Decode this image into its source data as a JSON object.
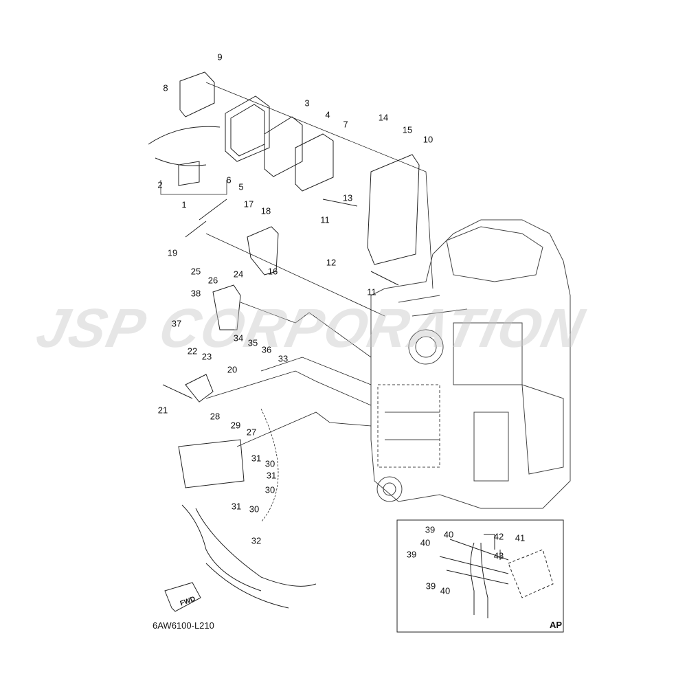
{
  "diagram_code": "6AW6100-L210",
  "watermark": "JSP CORPORATION",
  "direction_marker": "FWD",
  "inset_label": "AP",
  "callouts": [
    "9",
    "8",
    "3",
    "4",
    "7",
    "14",
    "15",
    "10",
    "6",
    "5",
    "2",
    "1",
    "13",
    "17",
    "18",
    "11",
    "19",
    "12",
    "16",
    "11",
    "25",
    "26",
    "24",
    "38",
    "37",
    "34",
    "35",
    "36",
    "33",
    "22",
    "23",
    "20",
    "21",
    "28",
    "29",
    "27",
    "31",
    "30",
    "31",
    "30",
    "31",
    "30",
    "32"
  ],
  "inset_callouts": [
    "39",
    "40",
    "42",
    "41",
    "40",
    "39",
    "43",
    "39",
    "40"
  ]
}
